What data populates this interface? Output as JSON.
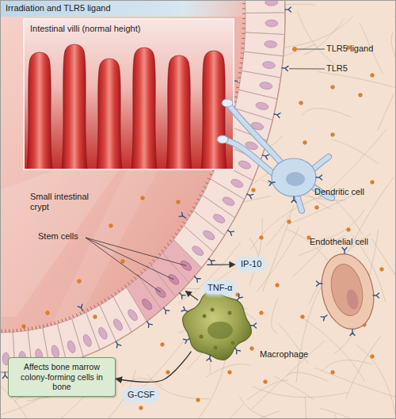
{
  "diagram": {
    "title": "Irradiation and TLR5 ligand",
    "nodes": [
      {
        "text": [
          "Intestinal villi (normal height)"
        ]
      },
      {
        "text": [
          "Dendritic cell"
        ]
      },
      {
        "text": [
          "Endothelial cell"
        ]
      },
      {
        "text": [
          "Macrophage"
        ]
      },
      {
        "text": [
          "Affects bone marrow colony-forming cells in bone"
        ]
      }
    ],
    "edges": [
      {
        "from": 3,
        "to": 4,
        "label": "G-CSF",
        "arrow": "to"
      }
    ],
    "labels": [
      "TLR5 ligand",
      "TLR5",
      "Small intestinal crypt",
      "Stem cells",
      "IP-10",
      "TNF-α"
    ]
  }
}
